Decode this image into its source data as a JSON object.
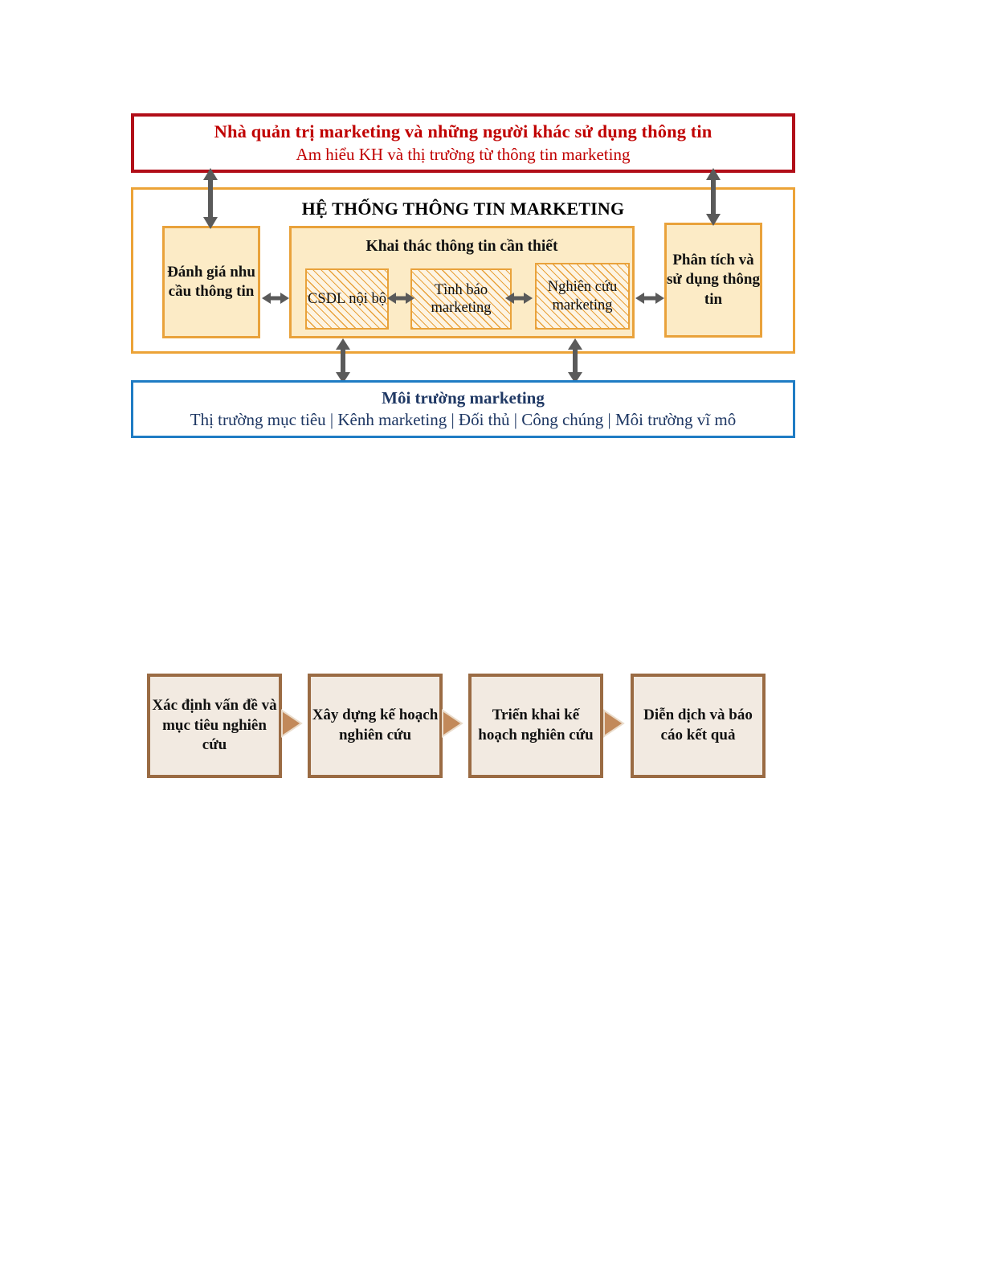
{
  "diagram": {
    "title": "He thong thong tin marketing",
    "colors": {
      "red_border": "#B10E18",
      "red_text": "#C00000",
      "orange_border": "#ECA337",
      "cream_fill": "#FCEBC6",
      "blue_border": "#1F7CC4",
      "blue_text": "#1F3864",
      "brown_border": "#9A6B43",
      "flow_fill": "#F2EAE1",
      "arrow_gray": "#5A5A5A",
      "arrow_tan": "#C2895A"
    },
    "top_box": {
      "line1": "Nhà quản trị marketing và những người khác sử dụng thông tin",
      "line2": "Am hiểu KH và thị trường từ thông tin marketing"
    },
    "mis": {
      "title": "HỆ THỐNG THÔNG TIN MARKETING",
      "left_box": "Đánh giá nhu cầu thông tin",
      "right_box": "Phân tích và sử dụng thông tin",
      "center_title": "Khai thác thông tin cần thiết",
      "center_boxes": [
        "CSDL nội bộ",
        "Tình báo marketing",
        "Nghiên cứu marketing"
      ]
    },
    "bottom_box": {
      "line1": "Môi trường marketing",
      "line2": "Thị trường mục tiêu | Kênh marketing | Đối thủ | Công chúng | Môi trường vĩ mô"
    },
    "process": {
      "steps": [
        "Xác định vấn đề và mục tiêu nghiên cứu",
        "Xây dựng kế hoạch nghiên cứu",
        "Triển khai kế hoạch nghiên cứu",
        "Diễn dịch và báo cáo kết quả"
      ]
    }
  }
}
